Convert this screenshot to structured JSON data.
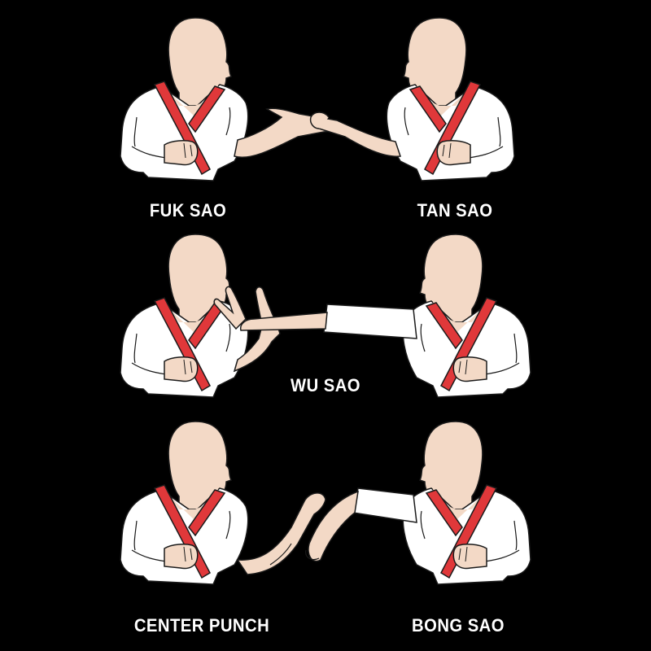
{
  "colors": {
    "background": "#000000",
    "gi": "#ffffff",
    "skin": "#f3d9c6",
    "belt": "#e0383a",
    "outline": "#1a1a1a",
    "label": "#ffffff"
  },
  "techniques": [
    {
      "id": "fuk-sao",
      "label": "FUK SAO",
      "position": "top-left"
    },
    {
      "id": "tan-sao",
      "label": "TAN SAO",
      "position": "top-right"
    },
    {
      "id": "wu-sao",
      "label": "WU SAO",
      "position": "middle-center"
    },
    {
      "id": "center-punch",
      "label": "CENTER PUNCH",
      "position": "bottom-left"
    },
    {
      "id": "bong-sao",
      "label": "BONG SAO",
      "position": "bottom-right"
    }
  ],
  "figures": [
    {
      "row": 1,
      "side": "left",
      "facing": "right"
    },
    {
      "row": 1,
      "side": "right",
      "facing": "left"
    },
    {
      "row": 2,
      "side": "left",
      "facing": "right"
    },
    {
      "row": 2,
      "side": "right",
      "facing": "left"
    },
    {
      "row": 3,
      "side": "left",
      "facing": "right"
    },
    {
      "row": 3,
      "side": "right",
      "facing": "left"
    }
  ]
}
